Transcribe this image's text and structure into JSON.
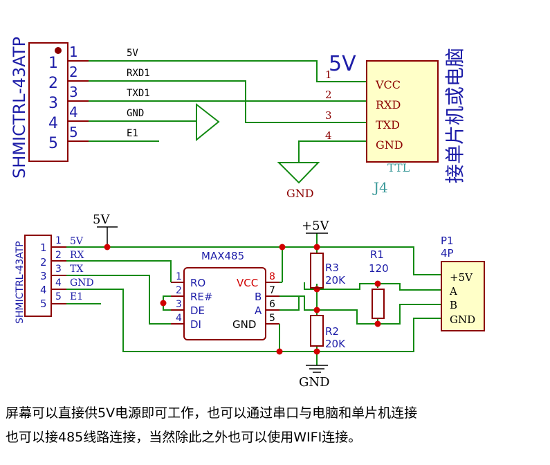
{
  "top": {
    "connector_ref": "SHMICTRL-43ATP",
    "pin_numbers": [
      "1",
      "2",
      "3",
      "4",
      "5"
    ],
    "pin_labels": [
      "1",
      "2",
      "3",
      "4",
      "5"
    ],
    "net_labels": [
      "5V",
      "RXD1",
      "TXD1",
      "GND",
      "E1"
    ],
    "power_label": "5V",
    "ttl_pins": [
      "1",
      "2",
      "3",
      "4"
    ],
    "ttl_signals": [
      "VCC",
      "RXD",
      "TXD",
      "GND"
    ],
    "ttl_name": "TTL",
    "ttl_ref": "J4",
    "gnd_label": "GND",
    "side_text": "接单片机或电脑"
  },
  "bottom": {
    "connector_ref": "SHMICTRL-43ATP",
    "conn_pins": [
      "1",
      "2",
      "3",
      "4",
      "5"
    ],
    "pin_numbers": [
      "1",
      "2",
      "3",
      "4",
      "5"
    ],
    "net_labels": [
      "5V",
      "RX",
      "TX",
      "GND",
      "E1"
    ],
    "power_5v": "5V",
    "power_plus5v": "+5V",
    "ic_name": "MAX485",
    "ic_left_pins": [
      "1",
      "2",
      "3",
      "4"
    ],
    "ic_left_labels": [
      "RO",
      "RE#",
      "DE",
      "DI"
    ],
    "ic_right_pins": [
      "8",
      "7",
      "6",
      "5"
    ],
    "ic_right_labels": [
      "VCC",
      "B",
      "A",
      "GND"
    ],
    "r3_ref": "R3",
    "r3_val": "20K",
    "r2_ref": "R2",
    "r2_val": "20K",
    "r1_ref": "R1",
    "r1_val": "120",
    "p1_ref": "P1",
    "p1_type": "4P",
    "p1_labels": [
      "+5V",
      "A",
      "B",
      "GND"
    ],
    "gnd_label": "GND"
  },
  "caption": {
    "line1": "屏幕可以直接供5V电源即可工作，也可以通过串口与电脑和单片机连接",
    "line2": "也可以接485线路连接，当然除此之外也可以使用WIFI连接。"
  }
}
